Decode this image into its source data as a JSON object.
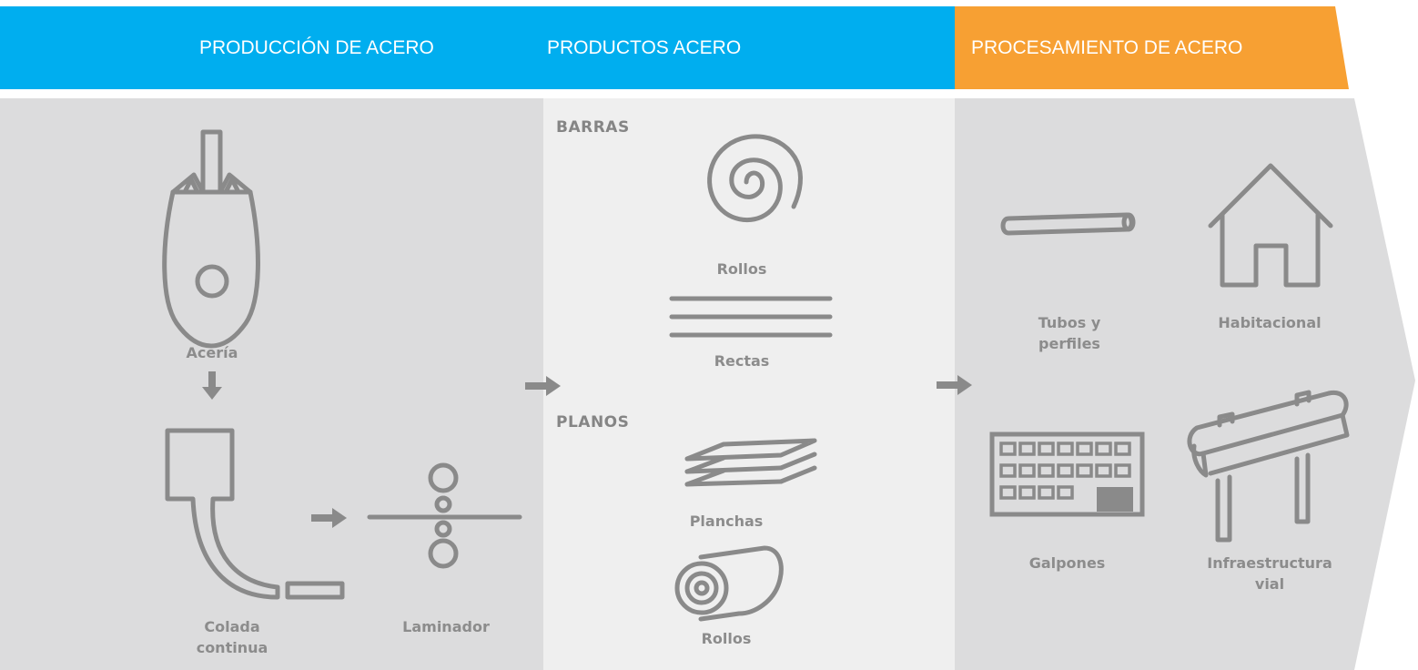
{
  "header": {
    "production": "PRODUCCIÓN DE ACERO",
    "products": "PRODUCTOS ACERO",
    "processing": "PROCESAMIENTO DE ACERO"
  },
  "production": {
    "steelworks": "Acería",
    "continuous_casting_line1": "Colada",
    "continuous_casting_line2": "continua",
    "rolling_mill": "Laminador"
  },
  "products": {
    "bars_title": "BARRAS",
    "bars_coils": "Rollos",
    "bars_straight": "Rectas",
    "flats_title": "PLANOS",
    "flats_sheets": "Planchas",
    "flats_coils": "Rollos"
  },
  "processing": {
    "tubes_line1": "Tubos y",
    "tubes_line2": "perfiles",
    "housing": "Habitacional",
    "warehouses": "Galpones",
    "infrastructure_line1": "Infraestructura",
    "infrastructure_line2": "vial"
  },
  "colors": {
    "header_blue": "#00aeef",
    "header_orange": "#f7a033",
    "panel_gray": "#dcdcdd",
    "panel_light": "#efefef",
    "icon_gray": "#8a8a8a"
  }
}
